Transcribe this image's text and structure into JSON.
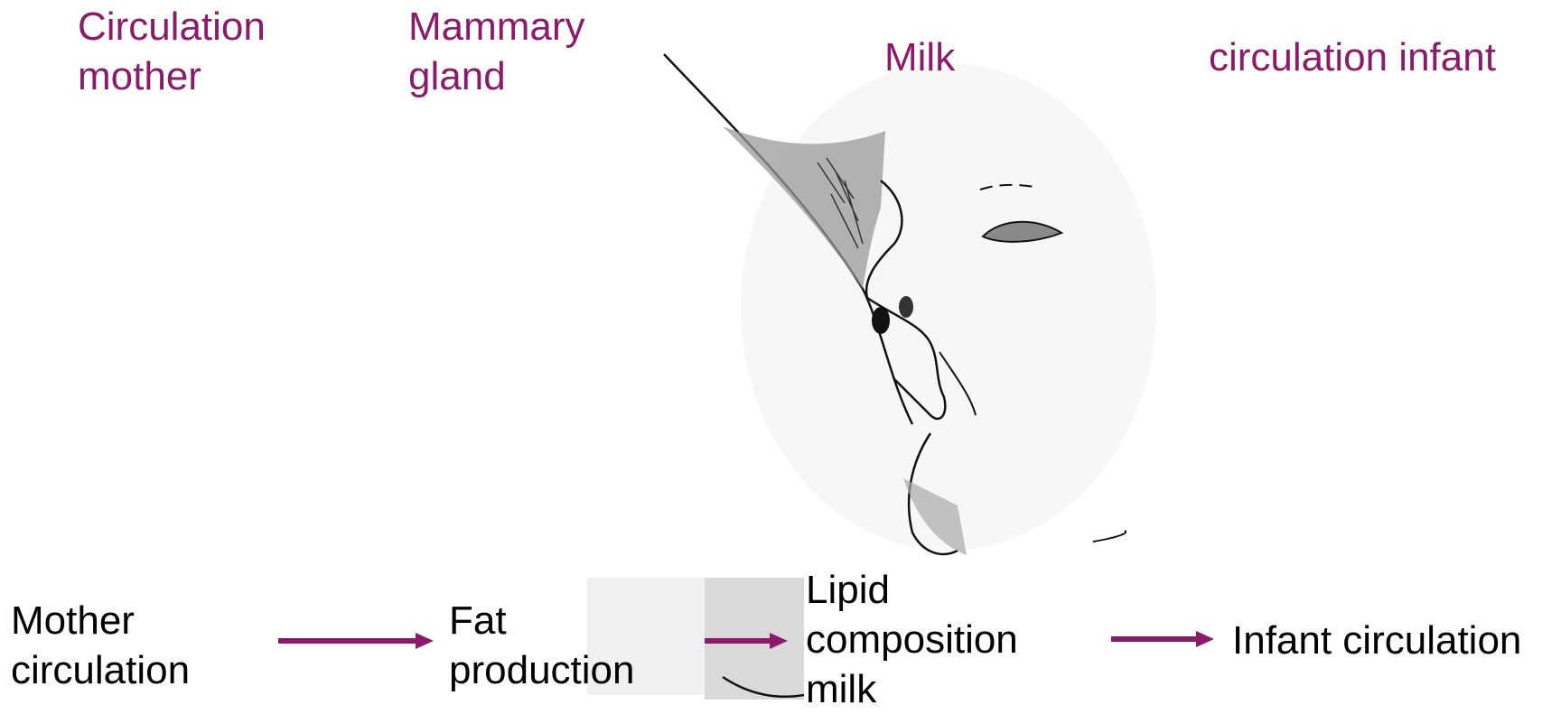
{
  "headers": {
    "circulation_mother": [
      "Circulation",
      "mother"
    ],
    "mammary_gland": [
      "Mammary",
      "gland"
    ],
    "milk": "Milk",
    "circulation_infant": "circulation infant"
  },
  "flow": {
    "mother_circulation": [
      "Mother",
      "circulation"
    ],
    "fat_production": [
      "Fat",
      "production"
    ],
    "lipid_composition_milk": [
      "Lipid",
      "composition",
      "milk"
    ],
    "infant_circulation": "Infant circulation"
  },
  "colors": {
    "accent": "#8b1a6b",
    "text": "#000000",
    "background": "#ffffff"
  }
}
